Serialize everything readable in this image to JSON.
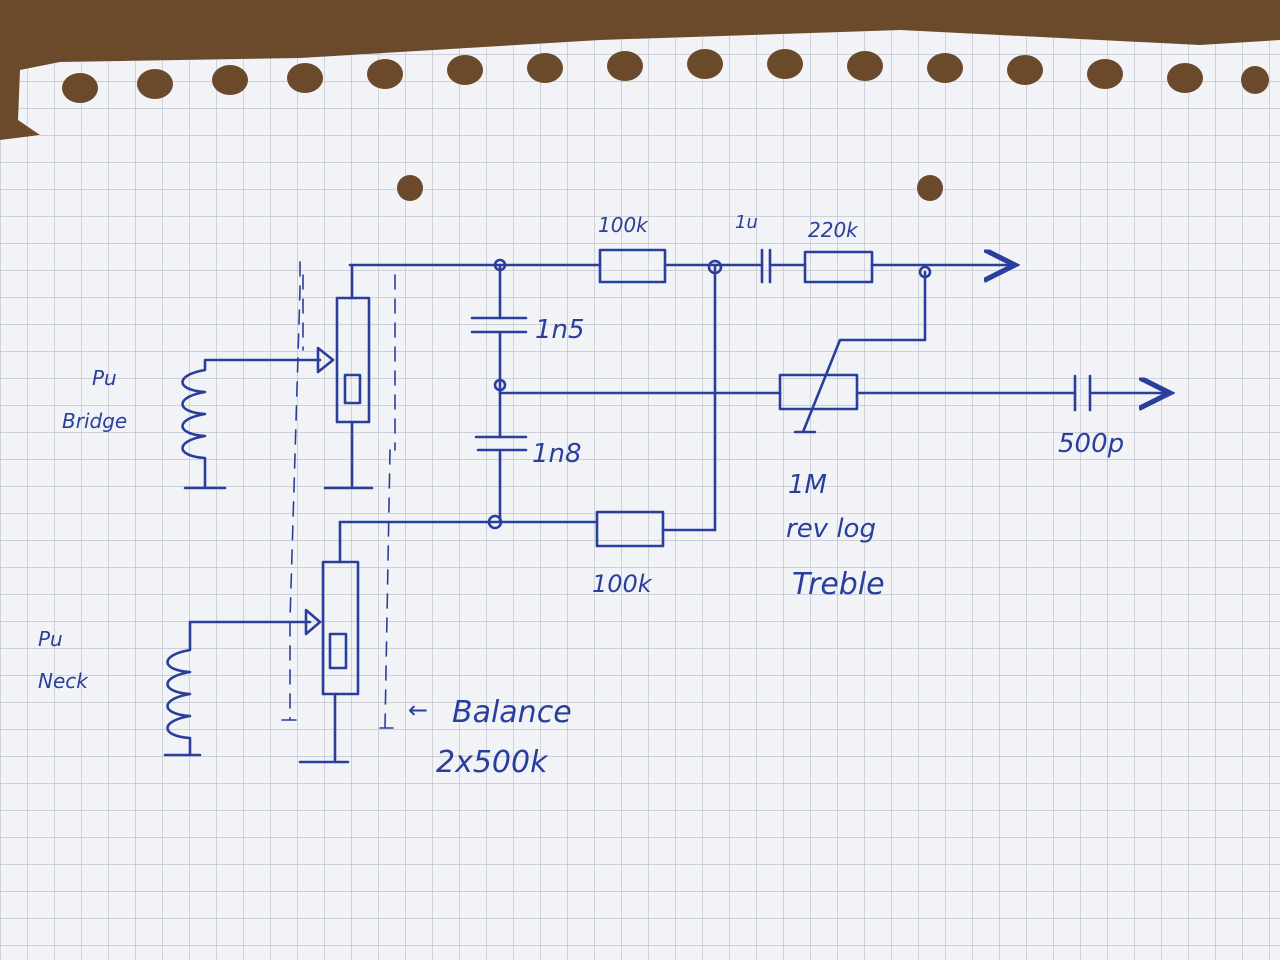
{
  "diagram": {
    "labels": {
      "pu_bridge_line1": "Pu",
      "pu_bridge_line2": "Bridge",
      "pu_neck_line1": "Pu",
      "pu_neck_line2": "Neck",
      "cap_top": "1n5",
      "cap_bottom": "1n8",
      "res_top": "100k",
      "cap_1u": "1u",
      "res_220k": "220k",
      "res_bottom": "100k",
      "pot_value": "1M",
      "pot_taper": "rev log",
      "pot_name": "Treble",
      "cap_out": "500p",
      "balance_arrow": "←",
      "balance_line1": "Balance",
      "balance_line2": "2x500k"
    },
    "colors": {
      "ink": "#2a3f9c",
      "paper": "#f2f3f6",
      "grid": "#b9bcc6",
      "background": "#6b4a2c"
    }
  }
}
